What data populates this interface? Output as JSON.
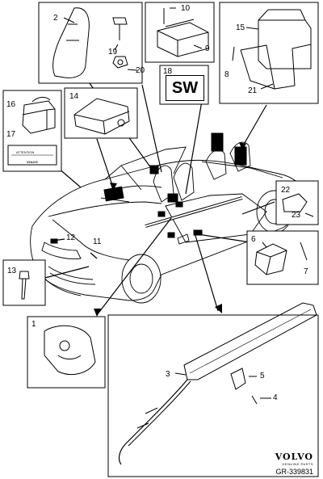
{
  "callouts": {
    "n1": "1",
    "n2": "2",
    "n3": "3",
    "n4": "4",
    "n5": "5",
    "n6": "6",
    "n7": "7",
    "n8": "8",
    "n9": "9",
    "n10": "10",
    "n11": "11",
    "n12": "12",
    "n13": "13",
    "n14": "14",
    "n15": "15",
    "n16": "16",
    "n17": "17",
    "n18": "18",
    "n19": "19",
    "n20": "20",
    "n21": "21",
    "n22": "22",
    "n23": "23"
  },
  "software_label": "SW",
  "label_card_text": "ATTENTION",
  "label_card_logo": "VOLVO",
  "brand": {
    "logo": "VOLVO",
    "subtitle": "GENUINE PARTS"
  },
  "reference": "GR-339831"
}
